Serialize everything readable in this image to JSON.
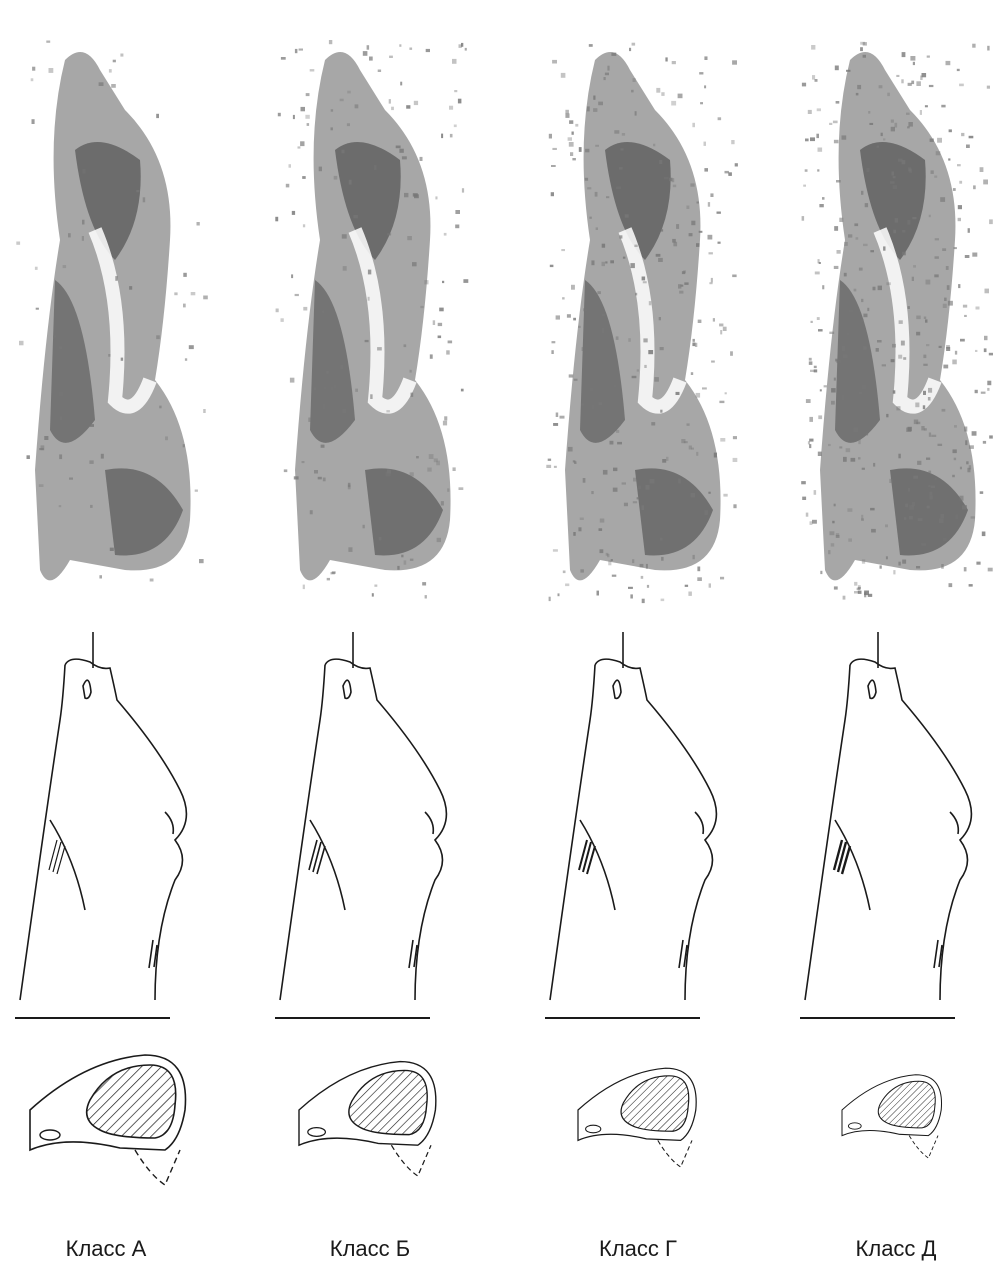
{
  "classes": [
    {
      "label": "Класс А"
    },
    {
      "label": "Класс Б"
    },
    {
      "label": "Класс Г"
    },
    {
      "label": "Класс Д"
    }
  ],
  "colors": {
    "meat": "#8a8a8a",
    "meat_dark": "#5e5e5e",
    "line": "#1a1a1a"
  }
}
